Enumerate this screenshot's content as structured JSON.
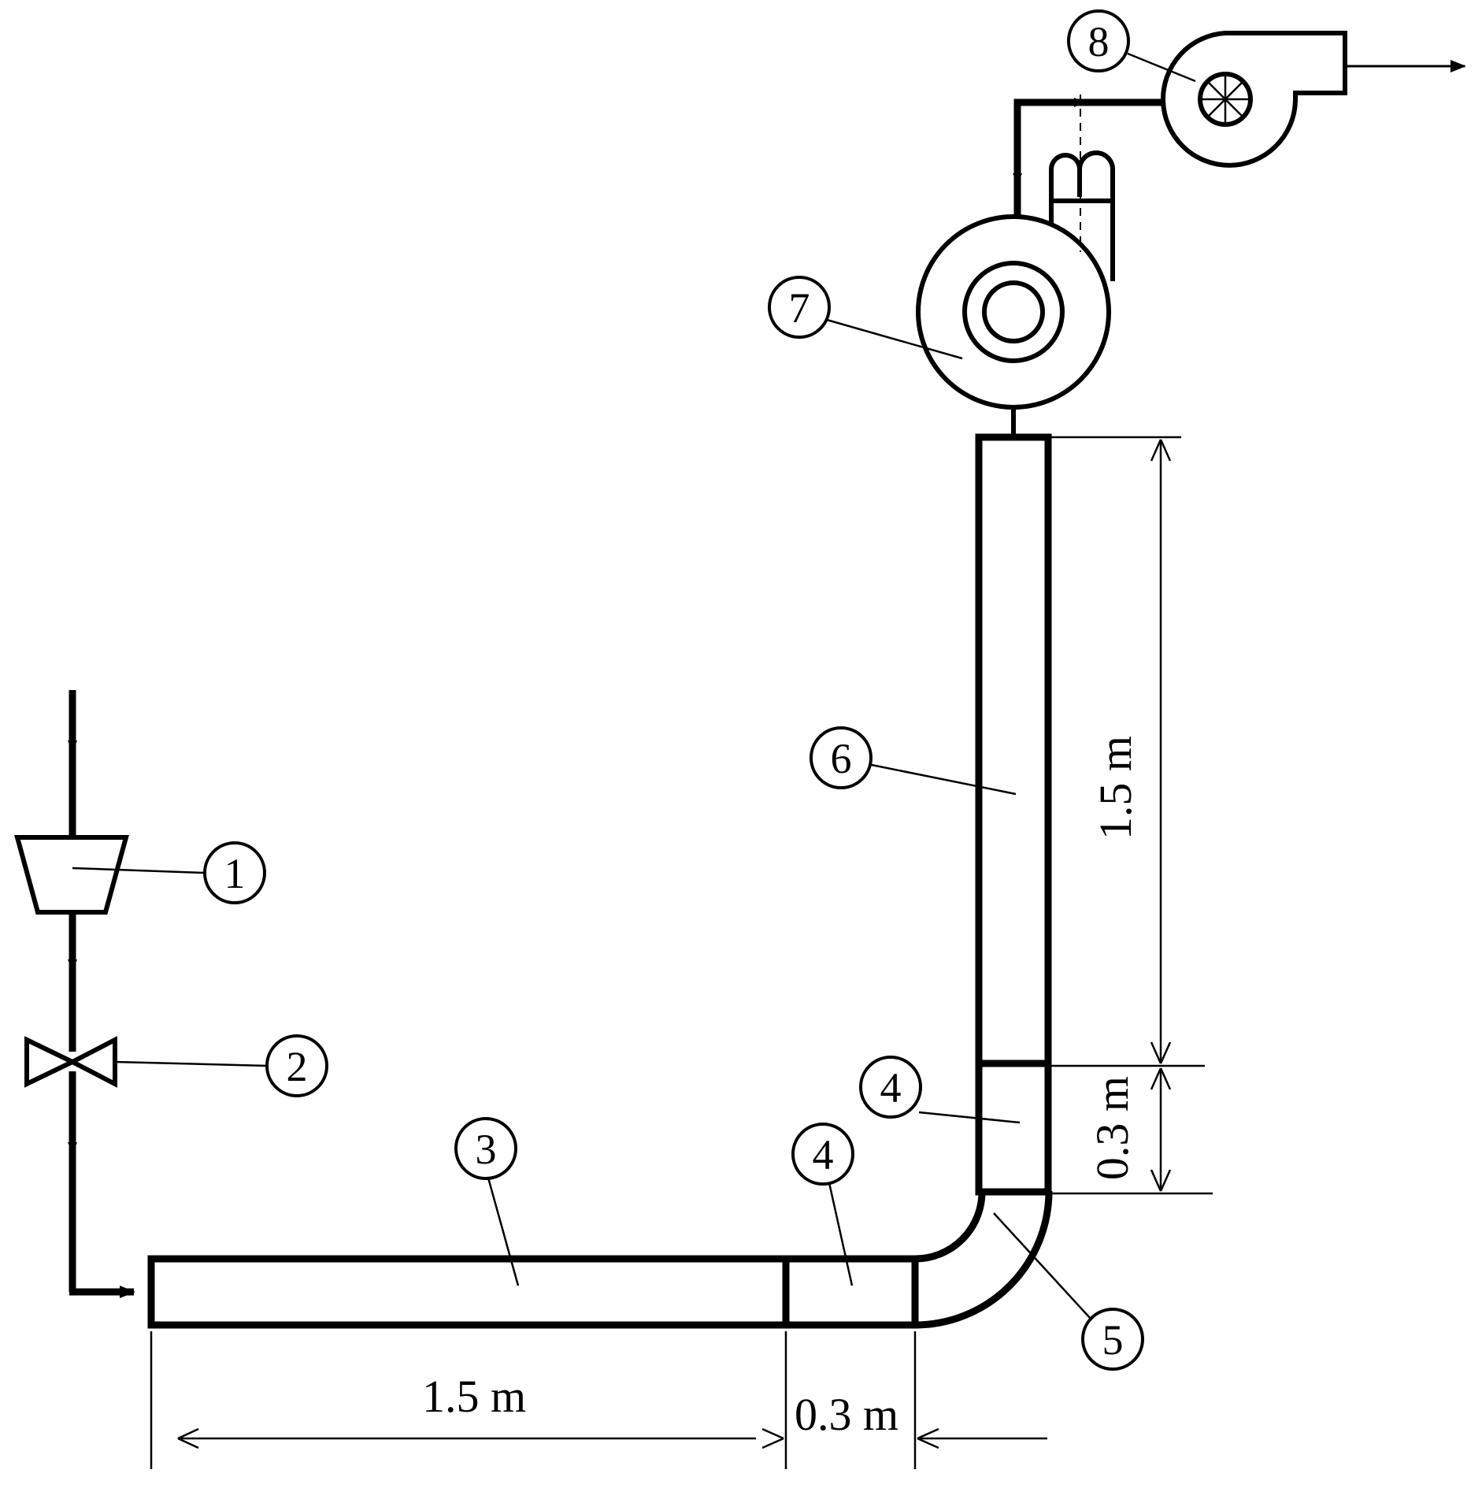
{
  "labels": {
    "n1": "1",
    "n2": "2",
    "n3": "3",
    "n4a": "4",
    "n4b": "4",
    "n5": "5",
    "n6": "6",
    "n7": "7",
    "n8": "8"
  },
  "dimensions": {
    "horizontal_main": "1.5 m",
    "horizontal_short": "0.3 m",
    "vertical_main": "1.5 m",
    "vertical_short": "0.3 m"
  }
}
